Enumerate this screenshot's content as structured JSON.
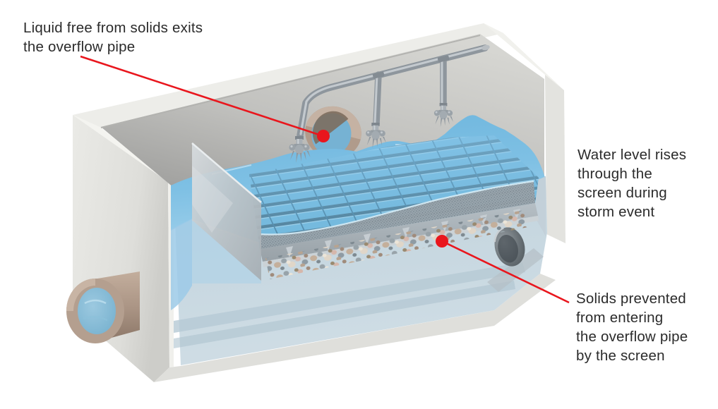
{
  "annotations": [
    {
      "id": "liquid-exits",
      "lines": [
        "Liquid free from solids exits",
        "the overflow pipe"
      ]
    },
    {
      "id": "water-level",
      "lines": [
        "Water level rises",
        "through the",
        "screen during",
        "storm event"
      ]
    },
    {
      "id": "solids-prevented",
      "lines": [
        "Solids prevented",
        "from entering",
        "the overflow pipe",
        "by the screen"
      ]
    }
  ],
  "colors": {
    "accent_red": "#e9161d",
    "water_blue": "#7ec0e4",
    "tank_gray": "#e4e4e0",
    "pipe_brown": "#b29d8d",
    "screen_blue": "#72b8dc",
    "text": "#2b2b2b"
  }
}
